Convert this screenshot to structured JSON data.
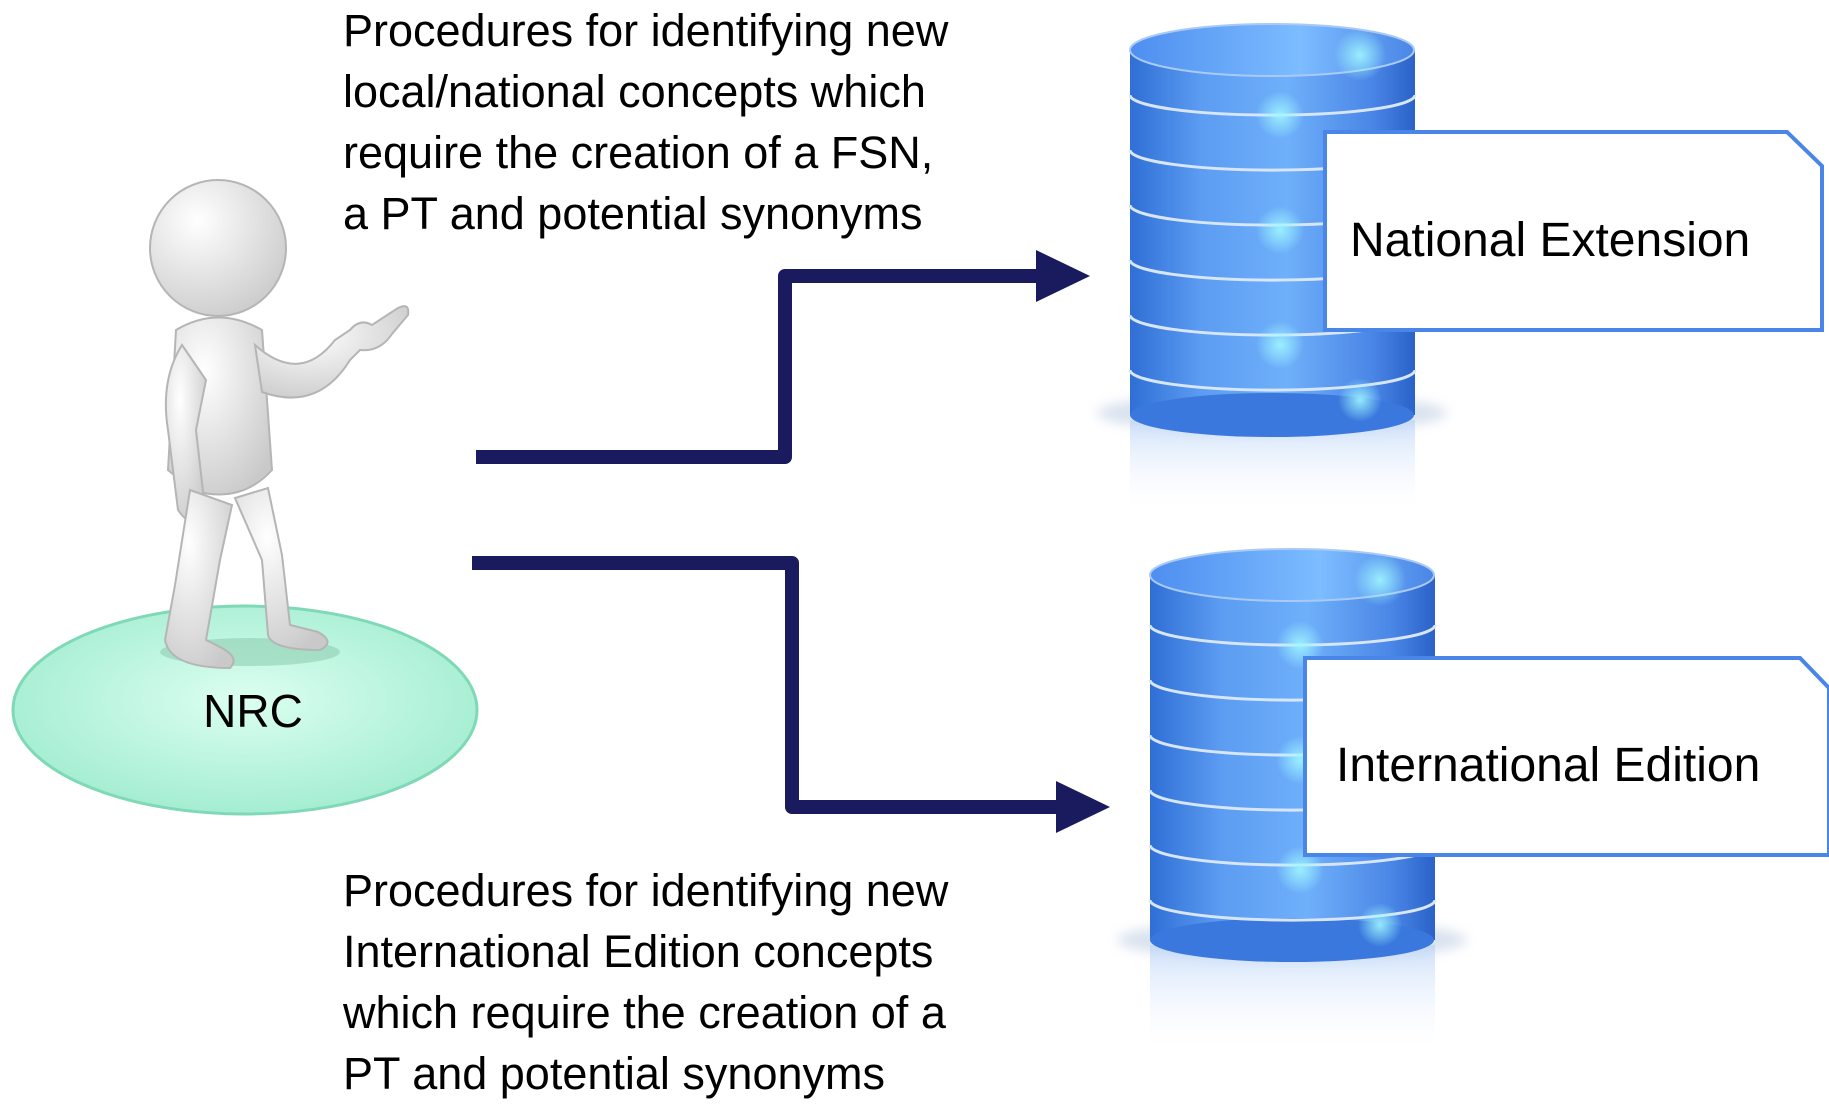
{
  "diagram": {
    "actor": {
      "label": "NRC",
      "icon": "stick-figure-icon",
      "platform_color": "#a8f0d8"
    },
    "top_caption": {
      "lines": [
        "Procedures for identifying new",
        "local/national concepts which",
        "require the creation of a FSN,",
        "a PT and potential synonyms"
      ]
    },
    "bottom_caption": {
      "lines": [
        "Procedures for identifying new",
        "International Edition concepts",
        "which require the creation of a",
        "PT and potential synonyms"
      ]
    },
    "databases": [
      {
        "label": "National Extension",
        "icon": "database-icon"
      },
      {
        "label": "International Edition",
        "icon": "database-icon"
      }
    ],
    "colors": {
      "arrow": "#1a1a5e",
      "database": "#3f85e6",
      "label_box_border": "#4a86e8"
    }
  }
}
